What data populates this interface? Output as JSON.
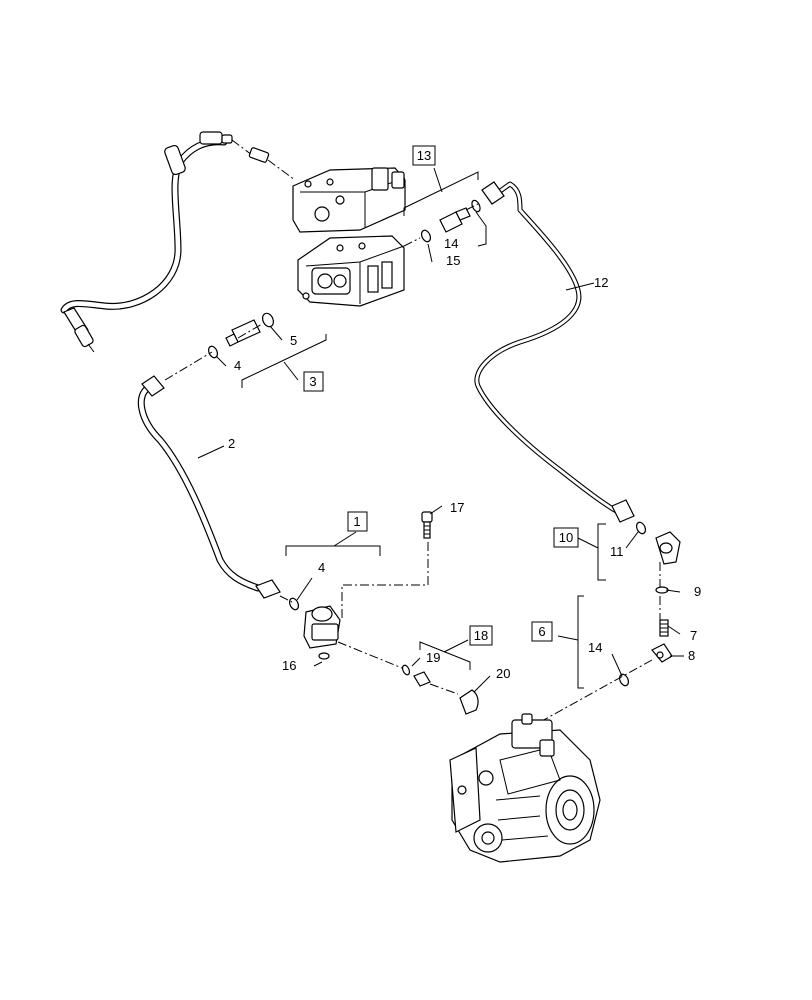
{
  "callouts": [
    {
      "id": "c1",
      "text": "1",
      "boxed": true
    },
    {
      "id": "c2",
      "text": "2",
      "boxed": false
    },
    {
      "id": "c3",
      "text": "3",
      "boxed": true
    },
    {
      "id": "c4a",
      "text": "4",
      "boxed": false
    },
    {
      "id": "c4b",
      "text": "4",
      "boxed": false
    },
    {
      "id": "c5",
      "text": "5",
      "boxed": false
    },
    {
      "id": "c6",
      "text": "6",
      "boxed": true
    },
    {
      "id": "c7",
      "text": "7",
      "boxed": false
    },
    {
      "id": "c8",
      "text": "8",
      "boxed": false
    },
    {
      "id": "c9",
      "text": "9",
      "boxed": false
    },
    {
      "id": "c10",
      "text": "10",
      "boxed": true
    },
    {
      "id": "c11",
      "text": "11",
      "boxed": false
    },
    {
      "id": "c12",
      "text": "12",
      "boxed": false
    },
    {
      "id": "c13",
      "text": "13",
      "boxed": true
    },
    {
      "id": "c14a",
      "text": "14",
      "boxed": false
    },
    {
      "id": "c14b",
      "text": "14",
      "boxed": false
    },
    {
      "id": "c15",
      "text": "15",
      "boxed": false
    },
    {
      "id": "c16",
      "text": "16",
      "boxed": false
    },
    {
      "id": "c17",
      "text": "17",
      "boxed": false
    },
    {
      "id": "c18",
      "text": "18",
      "boxed": true
    },
    {
      "id": "c19",
      "text": "19",
      "boxed": false
    },
    {
      "id": "c20",
      "text": "20",
      "boxed": false
    }
  ],
  "colors": {
    "ink": "#000000",
    "paper": "#ffffff"
  }
}
